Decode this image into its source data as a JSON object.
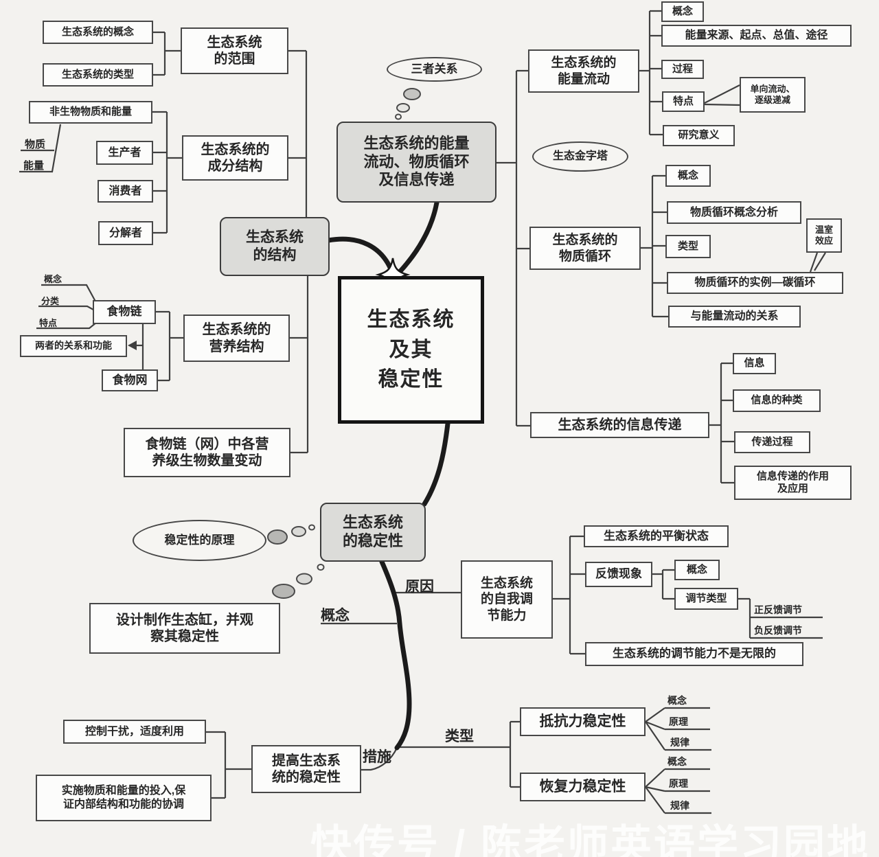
{
  "page": {
    "background": "#f3f2ef",
    "watermark": "快传号 / 陈老师英语学习园地",
    "line_color": "#3f3f3f",
    "trunk_color": "#1b1b1b",
    "node_fill": "#fcfcfb",
    "hub_fill": "#dcdcd9"
  },
  "center": {
    "title": "生态系统\n及其\n稳定性"
  },
  "structure": {
    "hub": "生态系统\n的结构",
    "scope": {
      "hub": "生态系统\n的范围",
      "concept": "生态系统的概念",
      "type": "生态系统的类型"
    },
    "components": {
      "hub": "生态系统的\n成分结构",
      "abiotic": "非生物物质和能量",
      "abiotic_notes": {
        "matter": "物质",
        "energy": "能量"
      },
      "producer": "生产者",
      "consumer": "消费者",
      "decomposer": "分解者"
    },
    "trophic": {
      "hub": "生态系统的\n营养结构",
      "food_chain": "食物链",
      "food_chain_notes": {
        "concept": "概念",
        "classification": "分类",
        "feature": "特点"
      },
      "relation": "两者的关系和功能",
      "food_web": "食物网",
      "quantity": "食物链（网）中各营\n养级生物数量变动"
    }
  },
  "function": {
    "hub": "生态系统的能量\n流动、物质循环\n及信息传递",
    "cloud": "三者关系",
    "energy": {
      "hub": "生态系统的\n能量流动",
      "concept": "概念",
      "source": "能量来源、起点、总值、途径",
      "process": "过程",
      "feature": "特点",
      "feature_note": "单向流动、\n逐级递减",
      "meaning": "研究意义",
      "pyramid": "生态金字塔"
    },
    "matter": {
      "hub": "生态系统的\n物质循环",
      "concept": "概念",
      "analysis": "物质循环概念分析",
      "type": "类型",
      "example": "物质循环的实例—碳循环",
      "greenhouse": "温室\n效应",
      "energy_relation": "与能量流动的关系"
    },
    "info": {
      "hub": "生态系统的信息传递",
      "info": "信息",
      "kinds": "信息的种类",
      "process": "传递过程",
      "role": "信息传递的作用\n及应用"
    }
  },
  "stability": {
    "hub": "生态系统\n的稳定性",
    "cloud": "稳定性的原理",
    "concept_label": "概念",
    "reason_label": "原因",
    "self_regulation": {
      "hub": "生态系统\n的自我调\n节能力",
      "balance": "生态系统的平衡状态",
      "feedback": "反馈现象",
      "feedback_concept": "概念",
      "feedback_type": "调节类型",
      "positive": "正反馈调节",
      "negative": "负反馈调节",
      "not_unlimited": "生态系统的调节能力不是无限的"
    },
    "ecotank": "设计制作生态缸，并观\n察其稳定性",
    "measures": {
      "label": "措施",
      "hub": "提高生态系\n统的稳定性",
      "control": "控制干扰，适度利用",
      "invest": "实施物质和能量的投入,保\n证内部结构和功能的协调"
    },
    "types": {
      "label": "类型",
      "resistance": {
        "hub": "抵抗力稳定性",
        "concept": "概念",
        "principle": "原理",
        "law": "规律"
      },
      "resilience": {
        "hub": "恢复力稳定性",
        "concept": "概念",
        "principle": "原理",
        "law": "规律"
      }
    }
  }
}
